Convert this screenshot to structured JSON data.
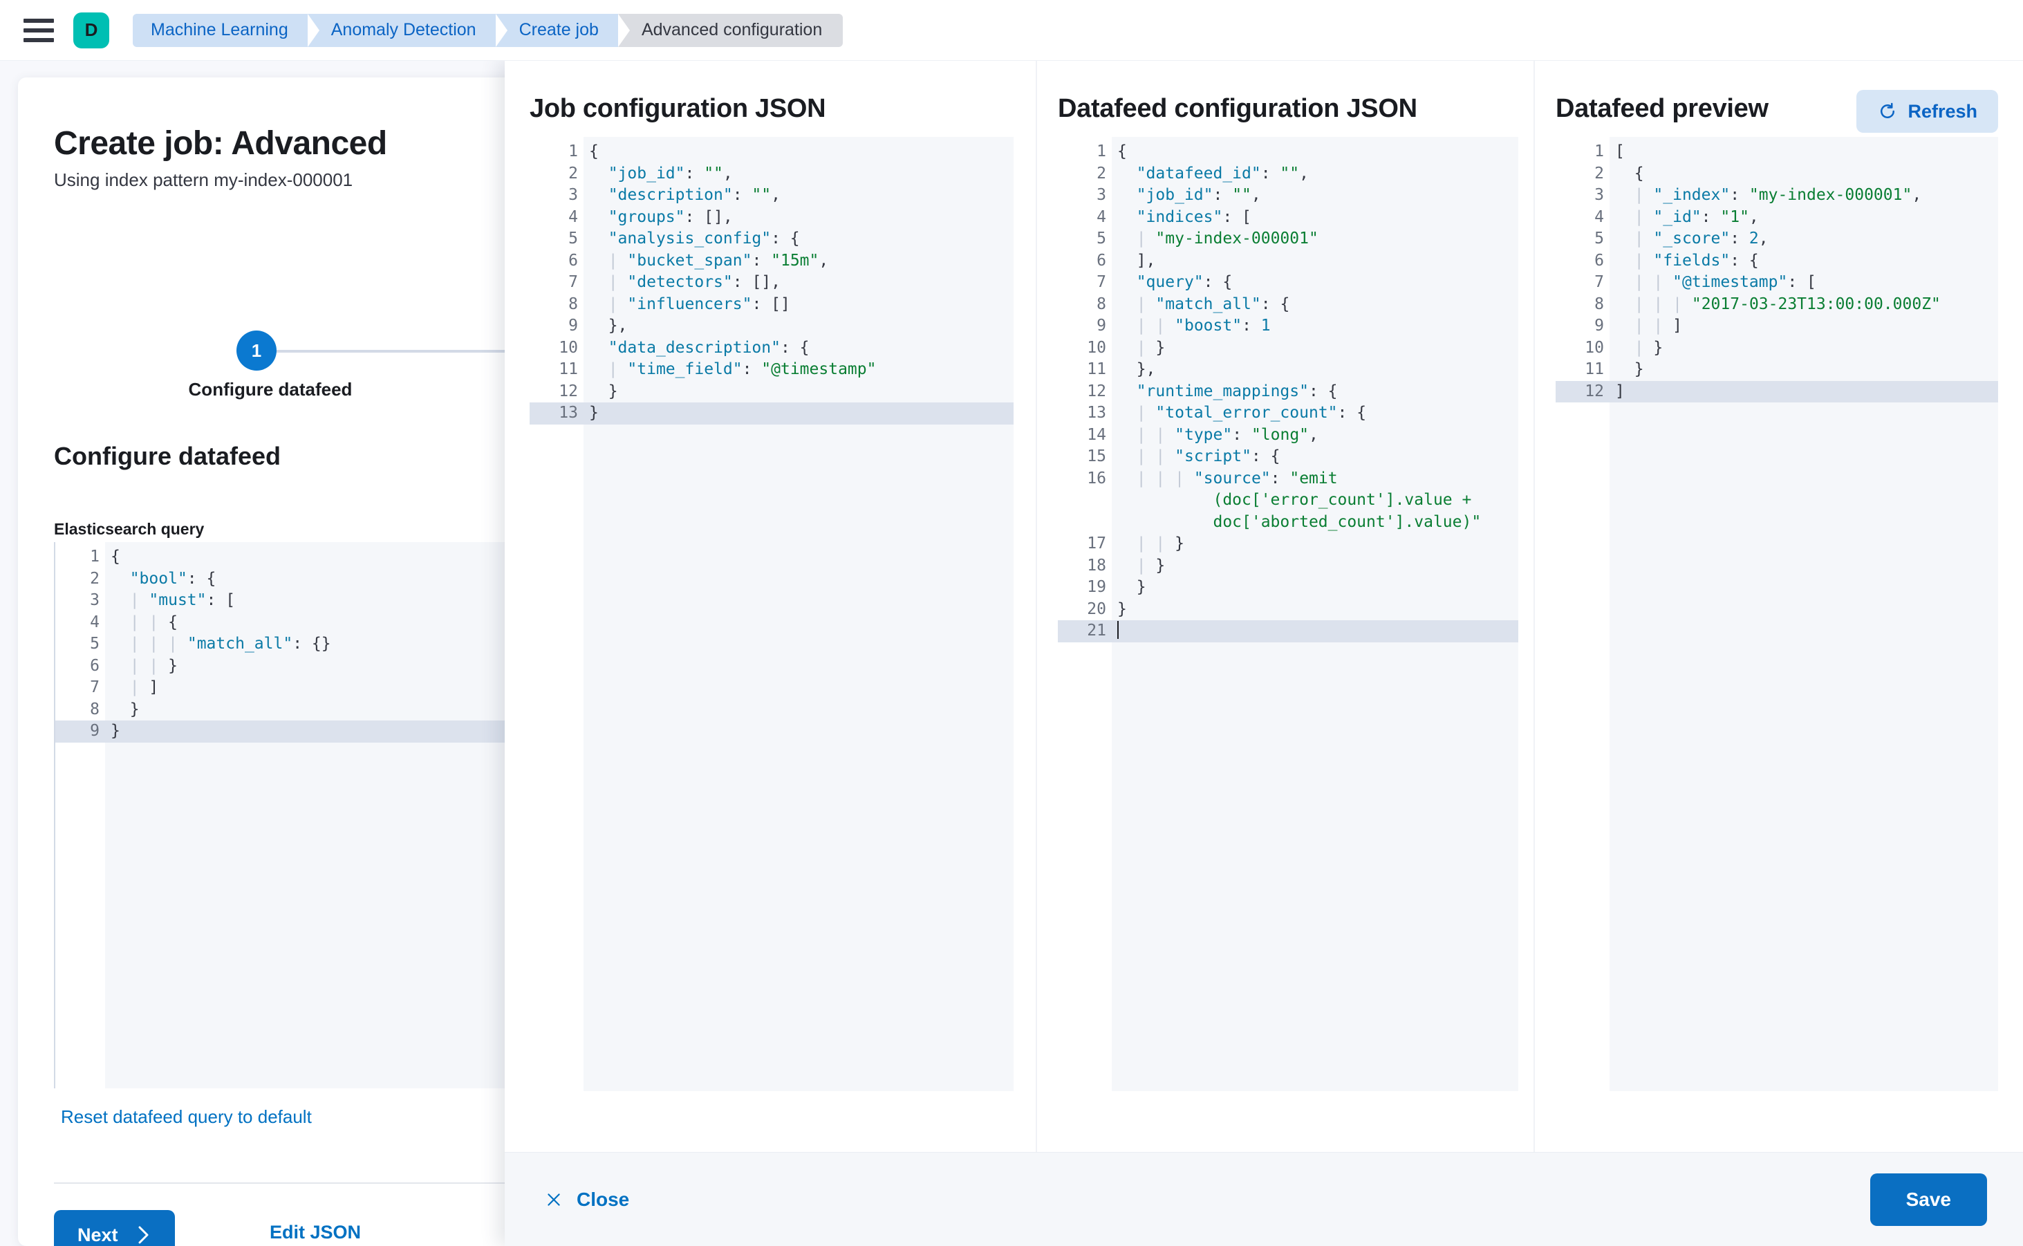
{
  "header": {
    "menu_icon": "hamburger-icon",
    "logo_letter": "D",
    "breadcrumbs": [
      {
        "label": "Machine Learning",
        "active": false
      },
      {
        "label": "Anomaly Detection",
        "active": false
      },
      {
        "label": "Create job",
        "active": false
      },
      {
        "label": "Advanced configuration",
        "active": true
      }
    ]
  },
  "page": {
    "title": "Create job: Advanced",
    "subtitle": "Using index pattern my-index-000001",
    "step_number": "1",
    "step_label": "Configure datafeed",
    "section_title": "Configure datafeed",
    "query_label": "Elasticsearch query",
    "reset_link": "Reset datafeed query to default",
    "next_button": "Next",
    "next_icon": "chevron-right-icon",
    "edit_json_link": "Edit JSON",
    "query_editor": {
      "lines": [
        {
          "n": "1",
          "fold": true,
          "html": "<span class=\"tok-pun\">{</span>"
        },
        {
          "n": "2",
          "fold": true,
          "html": "  <span class=\"tok-key\">\"bool\"</span><span class=\"tok-pun\">: {</span>"
        },
        {
          "n": "3",
          "fold": true,
          "html": "  <span class=\"guide\">|</span> <span class=\"tok-key\">\"must\"</span><span class=\"tok-pun\">: [</span>"
        },
        {
          "n": "4",
          "fold": true,
          "html": "  <span class=\"guide\">|</span> <span class=\"guide\">|</span> <span class=\"tok-pun\">{</span>"
        },
        {
          "n": "5",
          "fold": false,
          "html": "  <span class=\"guide\">|</span> <span class=\"guide\">|</span> <span class=\"guide\">|</span> <span class=\"tok-key\">\"match_all\"</span><span class=\"tok-pun\">: {}</span>"
        },
        {
          "n": "6",
          "fold": false,
          "html": "  <span class=\"guide\">|</span> <span class=\"guide\">|</span> <span class=\"tok-pun\">}</span>"
        },
        {
          "n": "7",
          "fold": false,
          "html": "  <span class=\"guide\">|</span> <span class=\"tok-pun\">]</span>"
        },
        {
          "n": "8",
          "fold": false,
          "html": "  <span class=\"tok-pun\">}</span>"
        },
        {
          "n": "9",
          "fold": false,
          "hl": true,
          "html": "<span class=\"tok-pun\">}</span>"
        }
      ]
    }
  },
  "flyout": {
    "columns": [
      {
        "title": "Job configuration JSON"
      },
      {
        "title": "Datafeed configuration JSON"
      },
      {
        "title": "Datafeed preview"
      }
    ],
    "refresh_button": "Refresh",
    "refresh_icon": "refresh-icon",
    "close_button": "Close",
    "close_icon": "close-x-icon",
    "save_button": "Save",
    "job_config": {
      "lines": [
        {
          "n": "1",
          "fold": true,
          "html": "<span class=\"tok-pun\">{</span>"
        },
        {
          "n": "2",
          "fold": false,
          "html": "  <span class=\"tok-key\">\"job_id\"</span><span class=\"tok-pun\">: </span><span class=\"tok-str\">\"\"</span><span class=\"tok-pun\">,</span>"
        },
        {
          "n": "3",
          "fold": false,
          "html": "  <span class=\"tok-key\">\"description\"</span><span class=\"tok-pun\">: </span><span class=\"tok-str\">\"\"</span><span class=\"tok-pun\">,</span>"
        },
        {
          "n": "4",
          "fold": false,
          "html": "  <span class=\"tok-key\">\"groups\"</span><span class=\"tok-pun\">: [],</span>"
        },
        {
          "n": "5",
          "fold": true,
          "html": "  <span class=\"tok-key\">\"analysis_config\"</span><span class=\"tok-pun\">: {</span>"
        },
        {
          "n": "6",
          "fold": false,
          "html": "  <span class=\"guide\">|</span> <span class=\"tok-key\">\"bucket_span\"</span><span class=\"tok-pun\">: </span><span class=\"tok-str\">\"15m\"</span><span class=\"tok-pun\">,</span>"
        },
        {
          "n": "7",
          "fold": false,
          "html": "  <span class=\"guide\">|</span> <span class=\"tok-key\">\"detectors\"</span><span class=\"tok-pun\">: [],</span>"
        },
        {
          "n": "8",
          "fold": false,
          "html": "  <span class=\"guide\">|</span> <span class=\"tok-key\">\"influencers\"</span><span class=\"tok-pun\">: []</span>"
        },
        {
          "n": "9",
          "fold": false,
          "html": "  <span class=\"tok-pun\">},</span>"
        },
        {
          "n": "10",
          "fold": true,
          "html": "  <span class=\"tok-key\">\"data_description\"</span><span class=\"tok-pun\">: {</span>"
        },
        {
          "n": "11",
          "fold": false,
          "html": "  <span class=\"guide\">|</span> <span class=\"tok-key\">\"time_field\"</span><span class=\"tok-pun\">: </span><span class=\"tok-str\">\"@timestamp\"</span>"
        },
        {
          "n": "12",
          "fold": false,
          "html": "  <span class=\"tok-pun\">}</span>"
        },
        {
          "n": "13",
          "fold": false,
          "hl": true,
          "html": "<span class=\"tok-pun\">}</span>"
        }
      ]
    },
    "datafeed_config": {
      "lines": [
        {
          "n": "1",
          "fold": true,
          "html": "<span class=\"tok-pun\">{</span>"
        },
        {
          "n": "2",
          "fold": false,
          "html": "  <span class=\"tok-key\">\"datafeed_id\"</span><span class=\"tok-pun\">: </span><span class=\"tok-str\">\"\"</span><span class=\"tok-pun\">,</span>"
        },
        {
          "n": "3",
          "fold": false,
          "html": "  <span class=\"tok-key\">\"job_id\"</span><span class=\"tok-pun\">: </span><span class=\"tok-str\">\"\"</span><span class=\"tok-pun\">,</span>"
        },
        {
          "n": "4",
          "fold": true,
          "html": "  <span class=\"tok-key\">\"indices\"</span><span class=\"tok-pun\">: [</span>"
        },
        {
          "n": "5",
          "fold": false,
          "html": "  <span class=\"guide\">|</span> <span class=\"tok-str\">\"my-index-000001\"</span>"
        },
        {
          "n": "6",
          "fold": false,
          "html": "  <span class=\"tok-pun\">],</span>"
        },
        {
          "n": "7",
          "fold": true,
          "html": "  <span class=\"tok-key\">\"query\"</span><span class=\"tok-pun\">: {</span>"
        },
        {
          "n": "8",
          "fold": true,
          "html": "  <span class=\"guide\">|</span> <span class=\"tok-key\">\"match_all\"</span><span class=\"tok-pun\">: {</span>"
        },
        {
          "n": "9",
          "fold": false,
          "html": "  <span class=\"guide\">|</span> <span class=\"guide\">|</span> <span class=\"tok-key\">\"boost\"</span><span class=\"tok-pun\">: </span><span class=\"tok-num\">1</span>"
        },
        {
          "n": "10",
          "fold": false,
          "html": "  <span class=\"guide\">|</span> <span class=\"tok-pun\">}</span>"
        },
        {
          "n": "11",
          "fold": false,
          "html": "  <span class=\"tok-pun\">},</span>"
        },
        {
          "n": "12",
          "fold": true,
          "html": "  <span class=\"tok-key\">\"runtime_mappings\"</span><span class=\"tok-pun\">: {</span>"
        },
        {
          "n": "13",
          "fold": true,
          "html": "  <span class=\"guide\">|</span> <span class=\"tok-key\">\"total_error_count\"</span><span class=\"tok-pun\">: {</span>"
        },
        {
          "n": "14",
          "fold": false,
          "html": "  <span class=\"guide\">|</span> <span class=\"guide\">|</span> <span class=\"tok-key\">\"type\"</span><span class=\"tok-pun\">: </span><span class=\"tok-str\">\"long\"</span><span class=\"tok-pun\">,</span>"
        },
        {
          "n": "15",
          "fold": true,
          "html": "  <span class=\"guide\">|</span> <span class=\"guide\">|</span> <span class=\"tok-key\">\"script\"</span><span class=\"tok-pun\">: {</span>"
        },
        {
          "n": "16",
          "fold": false,
          "wrap": 3,
          "html": "  <span class=\"guide\">|</span> <span class=\"guide\">|</span> <span class=\"guide\">|</span> <span class=\"tok-key\">\"source\"</span><span class=\"tok-pun\">: </span><span class=\"tok-str\">\"emit\n          (doc['error_count'].value +\n          doc['aborted_count'].value)\"</span>"
        },
        {
          "n": "17",
          "fold": false,
          "html": "  <span class=\"guide\">|</span> <span class=\"guide\">|</span> <span class=\"tok-pun\">}</span>"
        },
        {
          "n": "18",
          "fold": false,
          "html": "  <span class=\"guide\">|</span> <span class=\"tok-pun\">}</span>"
        },
        {
          "n": "19",
          "fold": false,
          "html": "  <span class=\"tok-pun\">}</span>"
        },
        {
          "n": "20",
          "fold": false,
          "html": "<span class=\"tok-pun\">}</span>"
        },
        {
          "n": "21",
          "fold": false,
          "hl": true,
          "caret": true,
          "html": ""
        }
      ]
    },
    "datafeed_preview": {
      "lines": [
        {
          "n": "1",
          "fold": true,
          "html": "<span class=\"tok-pun\">[</span>"
        },
        {
          "n": "2",
          "fold": true,
          "html": "  <span class=\"tok-pun\">{</span>"
        },
        {
          "n": "3",
          "fold": false,
          "html": "  <span class=\"guide\">|</span> <span class=\"tok-key\">\"_index\"</span><span class=\"tok-pun\">: </span><span class=\"tok-str\">\"my-index-000001\"</span><span class=\"tok-pun\">,</span>"
        },
        {
          "n": "4",
          "fold": false,
          "html": "  <span class=\"guide\">|</span> <span class=\"tok-key\">\"_id\"</span><span class=\"tok-pun\">: </span><span class=\"tok-str\">\"1\"</span><span class=\"tok-pun\">,</span>"
        },
        {
          "n": "5",
          "fold": false,
          "html": "  <span class=\"guide\">|</span> <span class=\"tok-key\">\"_score\"</span><span class=\"tok-pun\">: </span><span class=\"tok-num\">2</span><span class=\"tok-pun\">,</span>"
        },
        {
          "n": "6",
          "fold": true,
          "html": "  <span class=\"guide\">|</span> <span class=\"tok-key\">\"fields\"</span><span class=\"tok-pun\">: {</span>"
        },
        {
          "n": "7",
          "fold": true,
          "html": "  <span class=\"guide\">|</span> <span class=\"guide\">|</span> <span class=\"tok-key\">\"@timestamp\"</span><span class=\"tok-pun\">: [</span>"
        },
        {
          "n": "8",
          "fold": false,
          "html": "  <span class=\"guide\">|</span> <span class=\"guide\">|</span> <span class=\"guide\">|</span> <span class=\"tok-str\">\"2017-03-23T13:00:00.000Z\"</span>"
        },
        {
          "n": "9",
          "fold": false,
          "html": "  <span class=\"guide\">|</span> <span class=\"guide\">|</span> <span class=\"tok-pun\">]</span>"
        },
        {
          "n": "10",
          "fold": false,
          "html": "  <span class=\"guide\">|</span> <span class=\"tok-pun\">}</span>"
        },
        {
          "n": "11",
          "fold": false,
          "html": "  <span class=\"tok-pun\">}</span>"
        },
        {
          "n": "12",
          "fold": false,
          "hl": true,
          "html": "<span class=\"tok-pun\">]</span>"
        }
      ]
    }
  },
  "colors": {
    "primary_blue": "#0A6FC2",
    "link_blue": "#0071C2",
    "brand_teal": "#00BFB3",
    "breadcrumb_blue": "#CEE0F5",
    "breadcrumb_active_grey": "#DBDDE2",
    "code_bg": "#F5F7FA",
    "highlight_line": "#DCE2ED",
    "string_green": "#0A7E33",
    "key_teal": "#0A7AA6"
  }
}
